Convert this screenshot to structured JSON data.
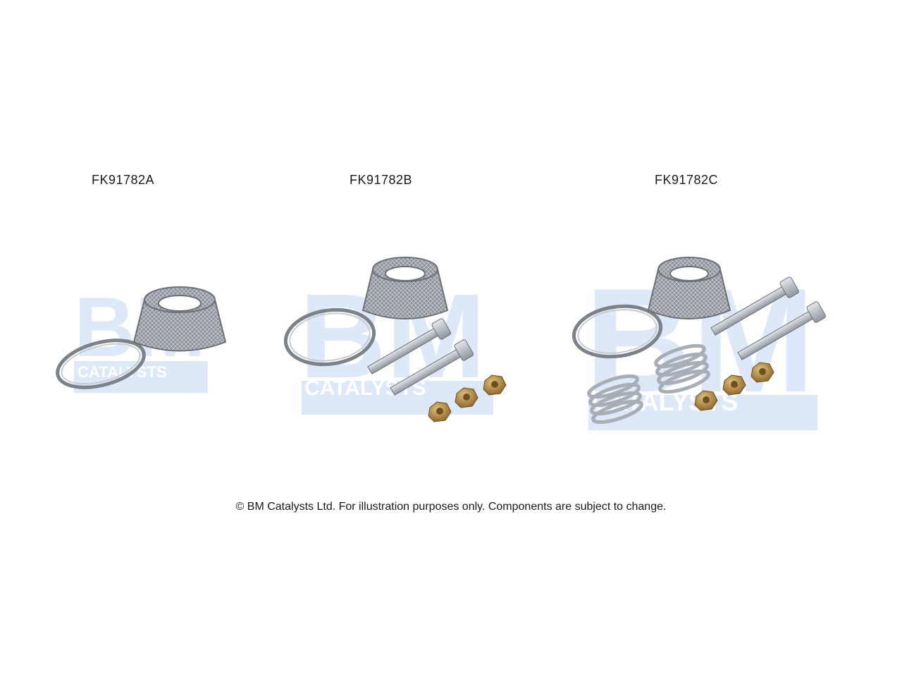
{
  "kits": [
    {
      "code": "FK91782A"
    },
    {
      "code": "FK91782B"
    },
    {
      "code": "FK91782C"
    }
  ],
  "watermark": {
    "top": "BM",
    "bottom": "CATALYSTS"
  },
  "footer": "© BM Catalysts Ltd. For illustration purposes only.  Components are subject to change.",
  "colors": {
    "watermark": "#dde8f8",
    "ring": "#8a8f96",
    "nut": "#a87d3e",
    "bolt": "#b9c0c8"
  }
}
